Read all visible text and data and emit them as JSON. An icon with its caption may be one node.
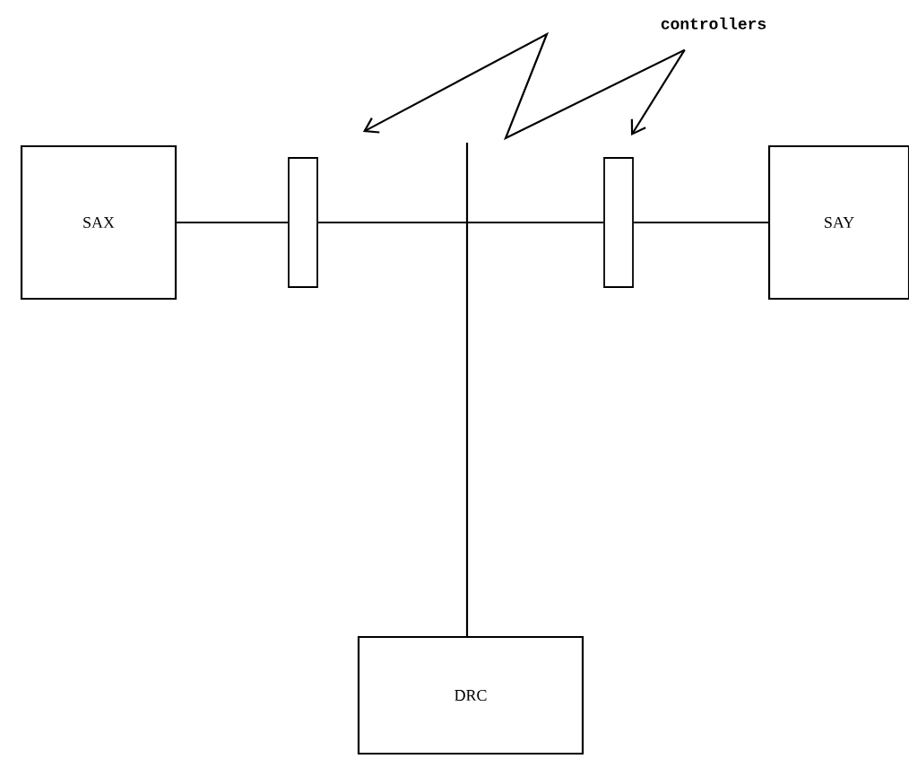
{
  "diagram": {
    "nodes": [
      {
        "text": [
          "SAX"
        ]
      },
      {
        "text": [],
        "shape": "bar"
      },
      {
        "text": [],
        "shape": "bar"
      },
      {
        "text": [
          "SAY"
        ]
      },
      {
        "text": [
          "DRC"
        ]
      },
      {
        "text": [
          "controllers"
        ]
      }
    ],
    "edges": [
      {
        "from": 0,
        "to": 1,
        "arrow": "none"
      },
      {
        "from": 1,
        "to": 2,
        "arrow": "none"
      },
      {
        "from": 2,
        "to": 3,
        "arrow": "none"
      },
      {
        "from": null,
        "to": 4,
        "arrow": "none"
      },
      {
        "from": 5,
        "to": 1,
        "arrow": "to"
      },
      {
        "from": 5,
        "to": 2,
        "arrow": "to"
      }
    ]
  }
}
